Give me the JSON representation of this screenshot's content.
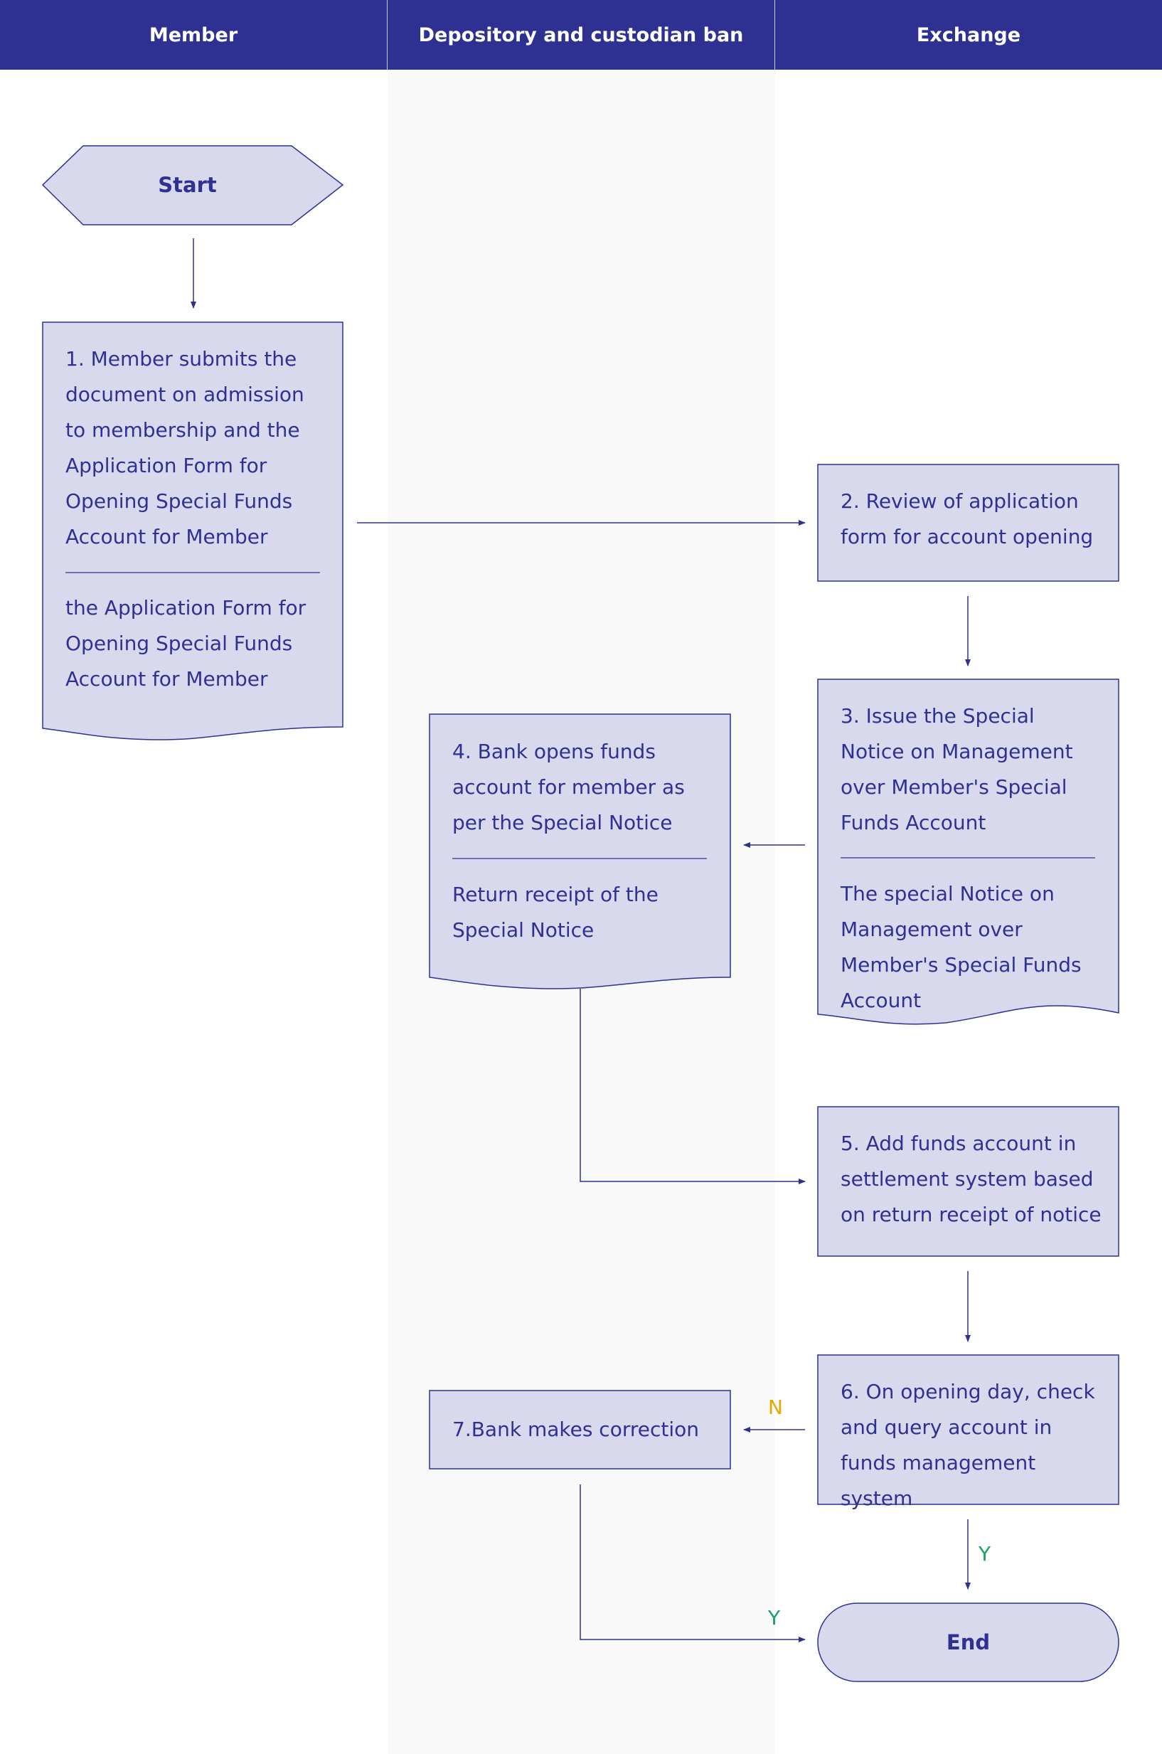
{
  "lanes": [
    "Member",
    "Depository and custodian ban",
    "Exchange"
  ],
  "nodes": {
    "start": "Start",
    "s1": "1. Member submits the document on admission to membership and the Application Form for Opening Special Funds Account for Member",
    "s1_doc": "the Application Form for Opening Special Funds Account for Member",
    "s2": "2. Review of application form for account opening",
    "s3": "3. Issue the Special Notice on Management over Member's Special Funds Account",
    "s3_doc": "The special Notice on Management over Member's Special Funds Account",
    "s4": "4. Bank opens funds account for member as per the Special Notice",
    "s4_doc": "Return receipt of the Special Notice",
    "s5": "5. Add funds account in settlement system based on return receipt of notice",
    "s6": "6. On opening day, check and query account in funds management system",
    "s7": "7.Bank makes correction",
    "end": "End"
  },
  "branch_labels": {
    "no": "N",
    "yes": "Y"
  },
  "colors": {
    "header": "#2e3192",
    "node_fill": "#d8d9ed",
    "stroke": "#2e3192",
    "yes": "#1a9e6a",
    "no": "#e6a800",
    "lane_bg": "#f9f9f9"
  }
}
